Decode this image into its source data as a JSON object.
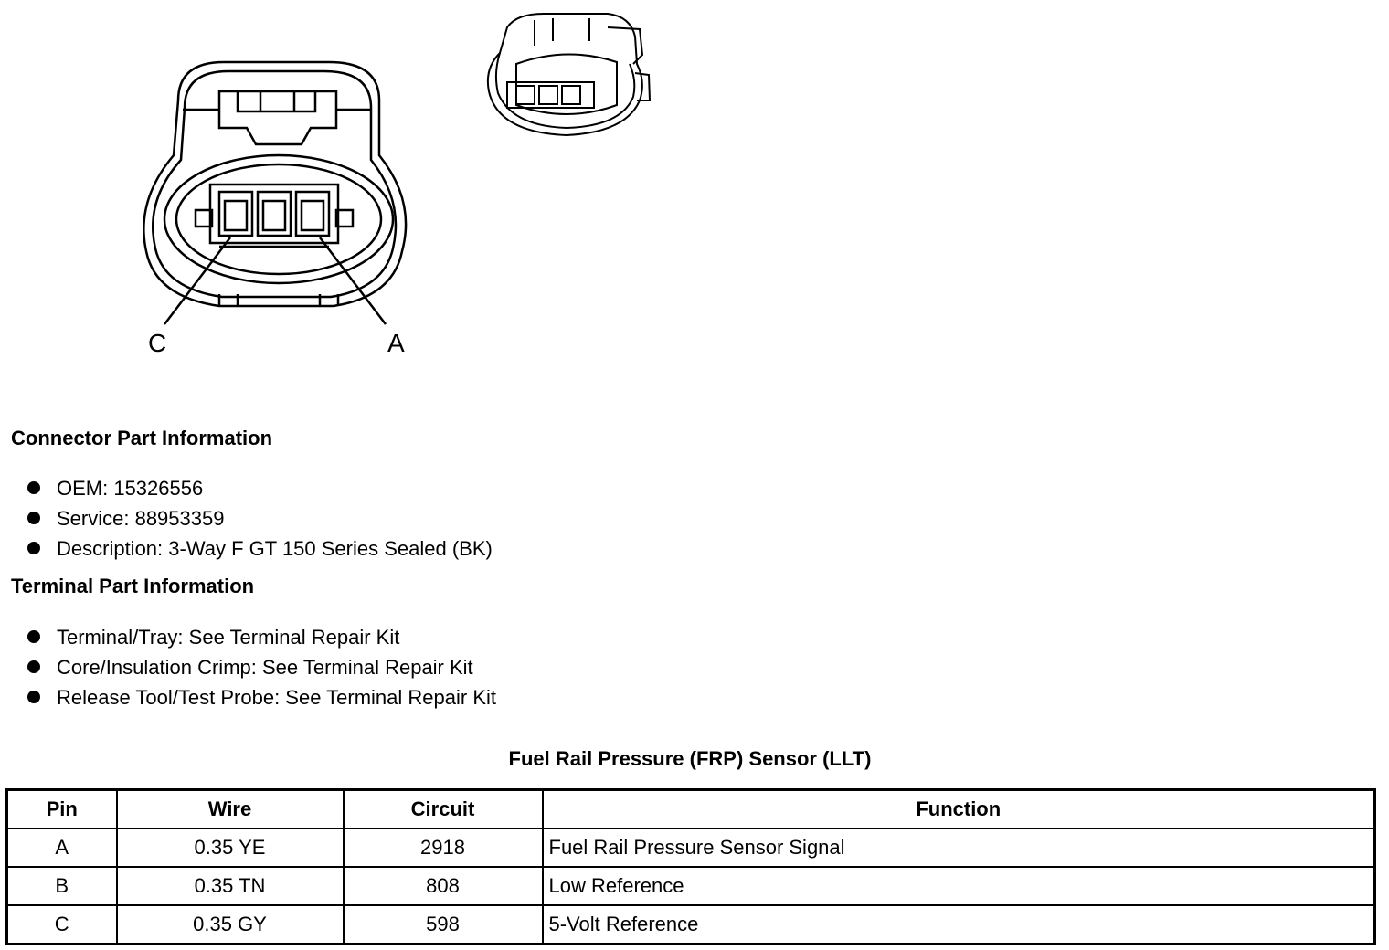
{
  "diagram": {
    "pin_labels": {
      "left": "C",
      "right": "A"
    }
  },
  "connector_section": {
    "heading": "Connector Part Information",
    "items": [
      "OEM: 15326556",
      "Service: 88953359",
      "Description: 3-Way F GT 150 Series Sealed (BK)"
    ]
  },
  "terminal_section": {
    "heading": "Terminal Part Information",
    "items": [
      "Terminal/Tray: See Terminal Repair Kit",
      "Core/Insulation Crimp: See Terminal Repair Kit",
      "Release Tool/Test Probe: See Terminal Repair Kit"
    ]
  },
  "table": {
    "title": "Fuel Rail Pressure (FRP) Sensor (LLT)",
    "headers": [
      "Pin",
      "Wire",
      "Circuit",
      "Function"
    ],
    "rows": [
      [
        "A",
        "0.35 YE",
        "2918",
        "Fuel Rail Pressure Sensor Signal"
      ],
      [
        "B",
        "0.35 TN",
        "808",
        "Low Reference"
      ],
      [
        "C",
        "0.35 GY",
        "598",
        "5-Volt Reference"
      ]
    ]
  }
}
